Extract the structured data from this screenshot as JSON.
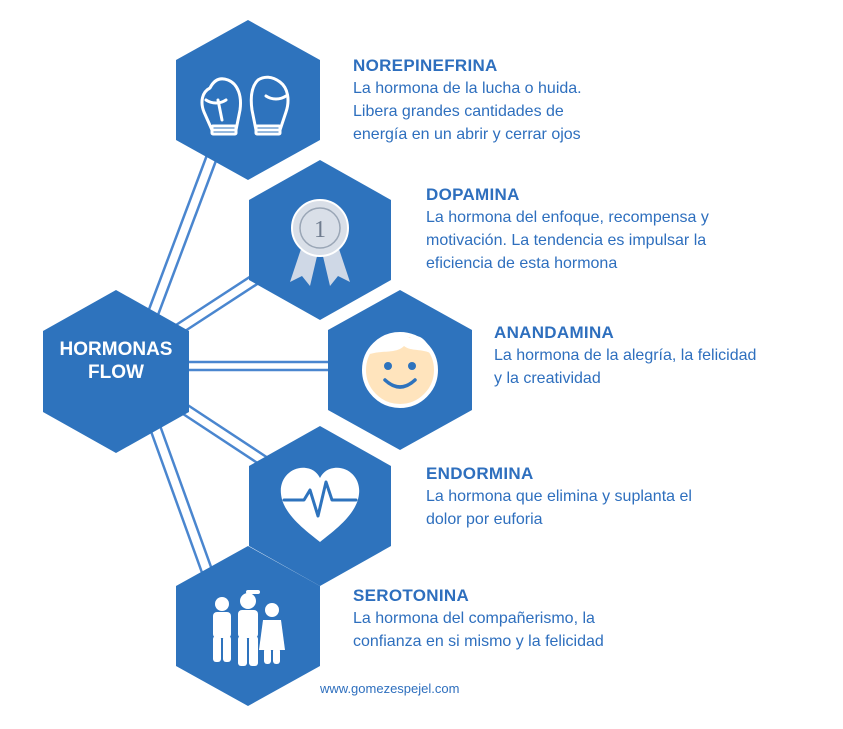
{
  "center": {
    "line1": "HORMONAS",
    "line2": "FLOW"
  },
  "colors": {
    "hex_fill": "#2e73bd",
    "text_blue": "#2e6fbe",
    "connector": "#4a86cf"
  },
  "hormones": [
    {
      "title": "NOREPINEFRINA",
      "icon": "boxing-gloves-icon",
      "lines": [
        "La hormona de la lucha o huida.",
        "Libera grandes cantidades de",
        "energía en un abrir y cerrar ojos"
      ]
    },
    {
      "title": "DOPAMINA",
      "icon": "award-ribbon-icon",
      "badge": "1",
      "lines": [
        "La hormona del enfoque, recompensa y",
        "motivación. La tendencia es impulsar la",
        "eficiencia de esta hormona"
      ]
    },
    {
      "title": "ANANDAMINA",
      "icon": "smiley-face-icon",
      "lines": [
        "La hormona de la alegría, la felicidad",
        "y la creatividad"
      ]
    },
    {
      "title": "ENDORMINA",
      "icon": "heartbeat-icon",
      "lines": [
        "La hormona que elimina y suplanta el",
        "dolor por euforia"
      ]
    },
    {
      "title": "SEROTONINA",
      "icon": "people-group-icon",
      "lines": [
        "La hormona del compañerismo, la",
        "confianza en si mismo y la felicidad"
      ]
    }
  ],
  "footer": "www.gomezespejel.com"
}
